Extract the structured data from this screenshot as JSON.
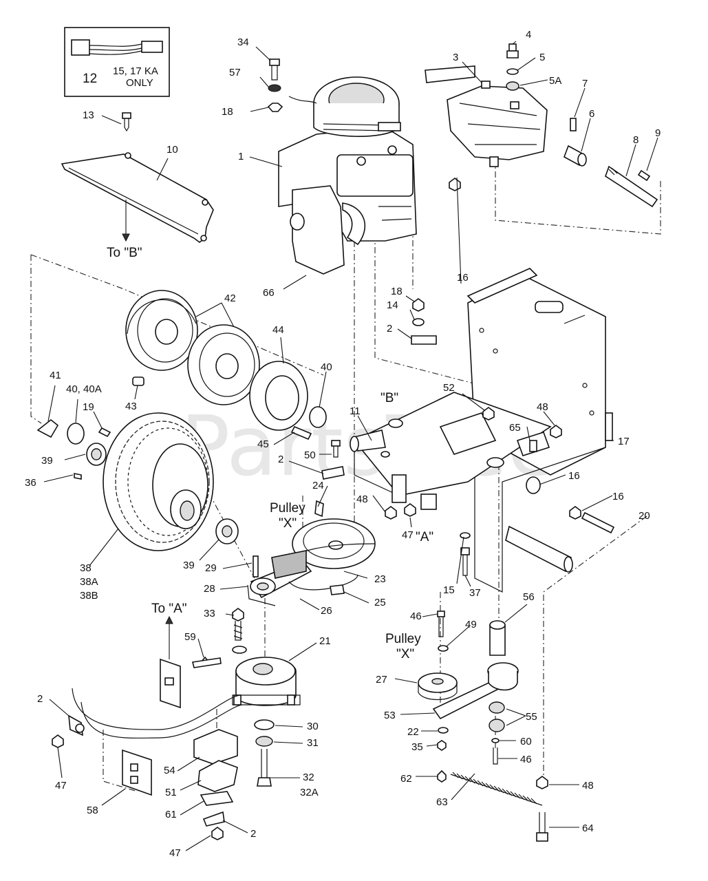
{
  "watermark": "PartsTree",
  "inset": {
    "callout": "12",
    "note_line1": "15, 17 KA",
    "note_line2": "ONLY"
  },
  "callouts": [
    {
      "id": "c34",
      "text": "34"
    },
    {
      "id": "c57",
      "text": "57"
    },
    {
      "id": "c18a",
      "text": "18"
    },
    {
      "id": "c13",
      "text": "13"
    },
    {
      "id": "c10",
      "text": "10"
    },
    {
      "id": "c1",
      "text": "1"
    },
    {
      "id": "c66",
      "text": "66"
    },
    {
      "id": "c4",
      "text": "4"
    },
    {
      "id": "c5",
      "text": "5"
    },
    {
      "id": "c5a",
      "text": "5A"
    },
    {
      "id": "c3",
      "text": "3"
    },
    {
      "id": "c7",
      "text": "7"
    },
    {
      "id": "c6",
      "text": "6"
    },
    {
      "id": "c8",
      "text": "8"
    },
    {
      "id": "c9",
      "text": "9"
    },
    {
      "id": "c42",
      "text": "42"
    },
    {
      "id": "c44",
      "text": "44"
    },
    {
      "id": "c43",
      "text": "43"
    },
    {
      "id": "c40",
      "text": "40"
    },
    {
      "id": "c41",
      "text": "41"
    },
    {
      "id": "c40a",
      "text": "40, 40A"
    },
    {
      "id": "c19",
      "text": "19"
    },
    {
      "id": "c39a",
      "text": "39"
    },
    {
      "id": "c36",
      "text": "36"
    },
    {
      "id": "c38",
      "text": "38"
    },
    {
      "id": "c38a",
      "text": "38A"
    },
    {
      "id": "c38b",
      "text": "38B"
    },
    {
      "id": "c39b",
      "text": "39"
    },
    {
      "id": "c18b",
      "text": "18"
    },
    {
      "id": "c14",
      "text": "14"
    },
    {
      "id": "c2a",
      "text": "2"
    },
    {
      "id": "c16a",
      "text": "16"
    },
    {
      "id": "c52",
      "text": "52"
    },
    {
      "id": "c48a",
      "text": "48"
    },
    {
      "id": "c65",
      "text": "65"
    },
    {
      "id": "c17",
      "text": "17"
    },
    {
      "id": "c11",
      "text": "11"
    },
    {
      "id": "c45",
      "text": "45"
    },
    {
      "id": "c50",
      "text": "50"
    },
    {
      "id": "c2b",
      "text": "2"
    },
    {
      "id": "c24",
      "text": "24"
    },
    {
      "id": "c48b",
      "text": "48"
    },
    {
      "id": "c47a",
      "text": "47"
    },
    {
      "id": "c16b",
      "text": "16"
    },
    {
      "id": "c16c",
      "text": "16"
    },
    {
      "id": "c20",
      "text": "20"
    },
    {
      "id": "c29",
      "text": "29"
    },
    {
      "id": "c28",
      "text": "28"
    },
    {
      "id": "c23",
      "text": "23"
    },
    {
      "id": "c25",
      "text": "25"
    },
    {
      "id": "c26",
      "text": "26"
    },
    {
      "id": "c15",
      "text": "15"
    },
    {
      "id": "c37",
      "text": "37"
    },
    {
      "id": "c33",
      "text": "33"
    },
    {
      "id": "c59",
      "text": "59"
    },
    {
      "id": "c21",
      "text": "21"
    },
    {
      "id": "c46a",
      "text": "46"
    },
    {
      "id": "c49",
      "text": "49"
    },
    {
      "id": "c56",
      "text": "56"
    },
    {
      "id": "c27",
      "text": "27"
    },
    {
      "id": "c53",
      "text": "53"
    },
    {
      "id": "c55",
      "text": "55"
    },
    {
      "id": "c22",
      "text": "22"
    },
    {
      "id": "c35",
      "text": "35"
    },
    {
      "id": "c60",
      "text": "60"
    },
    {
      "id": "c46b",
      "text": "46"
    },
    {
      "id": "c62",
      "text": "62"
    },
    {
      "id": "c63",
      "text": "63"
    },
    {
      "id": "c48c",
      "text": "48"
    },
    {
      "id": "c64",
      "text": "64"
    },
    {
      "id": "c2c",
      "text": "2"
    },
    {
      "id": "c47b",
      "text": "47"
    },
    {
      "id": "c54",
      "text": "54"
    },
    {
      "id": "c30",
      "text": "30"
    },
    {
      "id": "c31",
      "text": "31"
    },
    {
      "id": "c51",
      "text": "51"
    },
    {
      "id": "c32",
      "text": "32"
    },
    {
      "id": "c32a",
      "text": "32A"
    },
    {
      "id": "c58",
      "text": "58"
    },
    {
      "id": "c61",
      "text": "61"
    },
    {
      "id": "c2d",
      "text": "2"
    },
    {
      "id": "c47c",
      "text": "47"
    }
  ],
  "notes": {
    "to_b": "To \"B\"",
    "b_marker": "\"B\"",
    "a_marker": "\"A\"",
    "to_a": "To \"A\"",
    "pulley_word": "Pulley",
    "pulley_x": "\"X\""
  }
}
